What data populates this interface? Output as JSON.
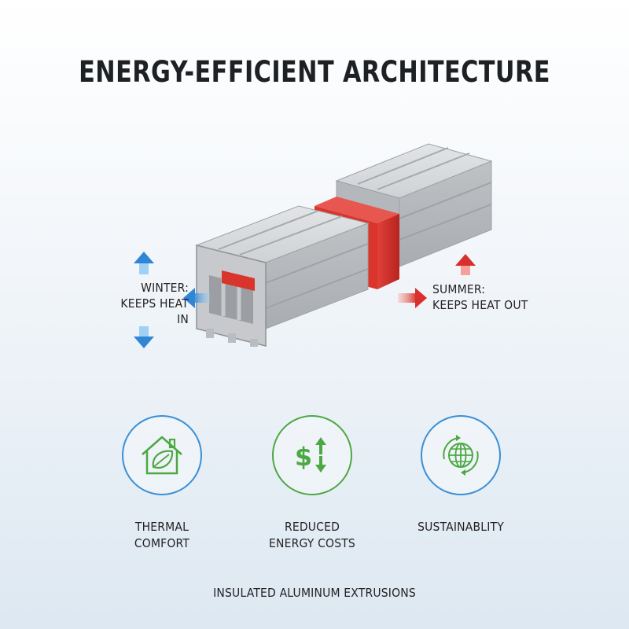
{
  "title": "ENERGY-EFFICIENT ARCHITECTURE",
  "winter": {
    "line1": "WINTER:",
    "line2": "KEEPS HEAT IN"
  },
  "summer": {
    "line1": "SUMMER:",
    "line2": "KEEPS HEAT OUT"
  },
  "features": [
    {
      "line1": "THERMAL",
      "line2": "COMFORT",
      "icon": "house-leaf-icon",
      "color": "#3a8fd6"
    },
    {
      "line1": "REDUCED",
      "line2": "ENERGY COSTS",
      "icon": "dollar-arrows-icon",
      "color": "#4ca842"
    },
    {
      "line1": "SUSTAINABLITY",
      "line2": "",
      "icon": "globe-cycle-icon",
      "color": "#3a8fd6"
    }
  ],
  "footer": "INSULATED ALUMINUM EXTRUSIONS",
  "colors": {
    "blue_arrow": "#2f86d4",
    "red_arrow": "#d8302c",
    "thermal_break": "#d9352d",
    "aluminum": "#c7c9cc",
    "green": "#4ca842"
  }
}
